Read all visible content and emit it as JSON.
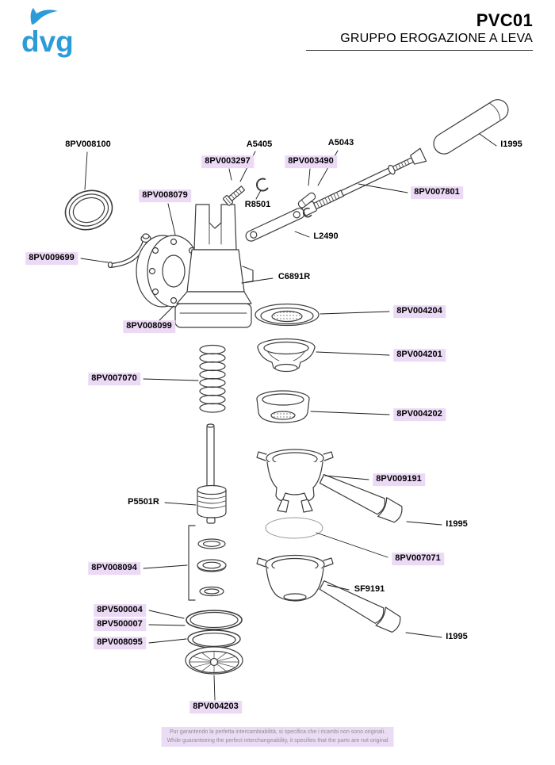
{
  "header": {
    "logo": "dvg",
    "code": "PVC01",
    "title": "GRUPPO EROGAZIONE A LEVA"
  },
  "colors": {
    "logo_blue": "#2b9cd8",
    "highlight": "#ecd9f5",
    "line": "#3c3c3c"
  },
  "labels": [
    {
      "id": "8PV008100",
      "text": "8PV008100",
      "highlighted": false
    },
    {
      "id": "A5405",
      "text": "A5405",
      "highlighted": false
    },
    {
      "id": "A5043",
      "text": "A5043",
      "highlighted": false
    },
    {
      "id": "8PV003297",
      "text": "8PV003297",
      "highlighted": true
    },
    {
      "id": "8PV003490",
      "text": "8PV003490",
      "highlighted": true
    },
    {
      "id": "I1995-lever",
      "text": "I1995",
      "highlighted": false
    },
    {
      "id": "8PV008079",
      "text": "8PV008079",
      "highlighted": true
    },
    {
      "id": "R8501",
      "text": "R8501",
      "highlighted": false
    },
    {
      "id": "8PV007801",
      "text": "8PV007801",
      "highlighted": true
    },
    {
      "id": "L2490",
      "text": "L2490",
      "highlighted": false
    },
    {
      "id": "8PV009699",
      "text": "8PV009699",
      "highlighted": true
    },
    {
      "id": "C6891R",
      "text": "C6891R",
      "highlighted": false
    },
    {
      "id": "8PV004204",
      "text": "8PV004204",
      "highlighted": true
    },
    {
      "id": "8PV008099",
      "text": "8PV008099",
      "highlighted": true
    },
    {
      "id": "8PV004201",
      "text": "8PV004201",
      "highlighted": true
    },
    {
      "id": "8PV007070",
      "text": "8PV007070",
      "highlighted": true
    },
    {
      "id": "8PV004202",
      "text": "8PV004202",
      "highlighted": true
    },
    {
      "id": "8PV009191",
      "text": "8PV009191",
      "highlighted": true
    },
    {
      "id": "P5501R",
      "text": "P5501R",
      "highlighted": false
    },
    {
      "id": "I1995-portafilter-1",
      "text": "I1995",
      "highlighted": false
    },
    {
      "id": "8PV007071",
      "text": "8PV007071",
      "highlighted": true
    },
    {
      "id": "8PV008094",
      "text": "8PV008094",
      "highlighted": true
    },
    {
      "id": "SF9191",
      "text": "SF9191",
      "highlighted": false
    },
    {
      "id": "8PV500004",
      "text": "8PV500004",
      "highlighted": true
    },
    {
      "id": "8PV500007",
      "text": "8PV500007",
      "highlighted": true
    },
    {
      "id": "8PV008095",
      "text": "8PV008095",
      "highlighted": true
    },
    {
      "id": "I1995-portafilter-2",
      "text": "I1995",
      "highlighted": false
    },
    {
      "id": "8PV004203",
      "text": "8PV004203",
      "highlighted": true
    }
  ],
  "footer": {
    "line1": "Pur garantendo la perfetta intercambiabilità, si specifica che i ricambi non sono originali.",
    "line2": "While guaranteeing the perfect interchangeability, it specifies that the parts are not original"
  }
}
